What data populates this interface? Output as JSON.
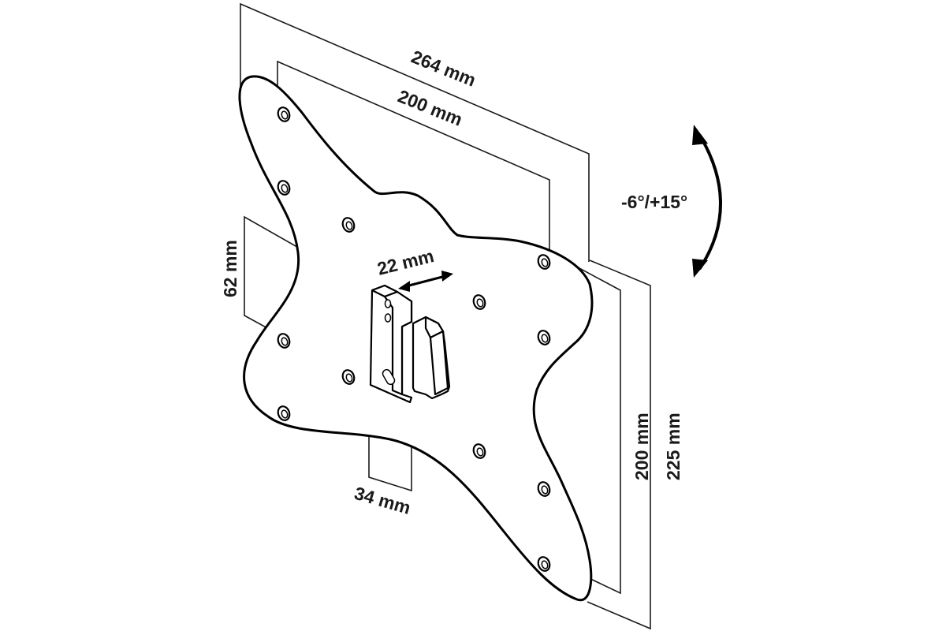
{
  "dimensions": {
    "overall_width": "264 mm",
    "hole_spacing_width": "200 mm",
    "hole_spacing_height": "200 mm",
    "overall_height": "225 mm",
    "bracket_width": "22 mm",
    "bracket_height": "62 mm",
    "bracket_depth": "34 mm"
  },
  "tilt": {
    "range": "-6°/+15°"
  }
}
